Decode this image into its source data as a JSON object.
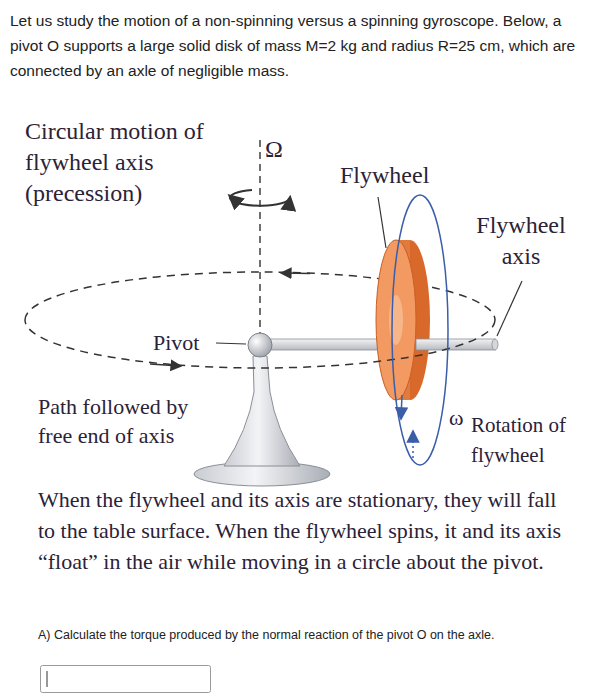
{
  "diagram": {
    "labels": [
      "Let us study the motion of a non-spinning versus a spinning gyroscope. Below, a pivot O supports a large solid disk of mass M=2 kg and radius R=25 cm, which are connected by an axle of negligible mass.",
      "Circular motion of flywheel axis (precession)",
      "Ω",
      "Flywheel",
      "Flywheel axis",
      "Pivot",
      "Path followed by free end of axis",
      "ω",
      "Rotation of flywheel",
      "When the flywheel and its axis are stationary, they will fall to the table surface. When the flywheel spins, it and its axis “float” in the air while moving in a circle about the pivot.",
      "A) Calculate the torque produced by the normal reaction of the pivot O on the axle."
    ]
  }
}
